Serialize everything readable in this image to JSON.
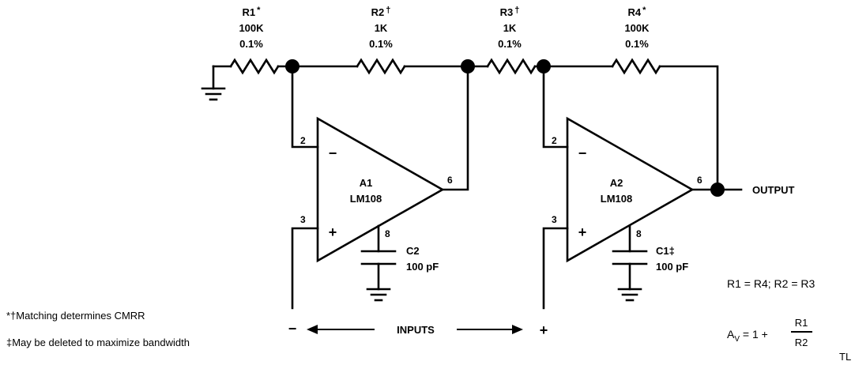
{
  "resistors": [
    {
      "name": "R1",
      "mark": "*",
      "value": "100K",
      "tolerance": "0.1%"
    },
    {
      "name": "R2",
      "mark": "†",
      "value": "1K",
      "tolerance": "0.1%"
    },
    {
      "name": "R3",
      "mark": "†",
      "value": "1K",
      "tolerance": "0.1%"
    },
    {
      "name": "R4",
      "mark": "*",
      "value": "100K",
      "tolerance": "0.1%"
    }
  ],
  "amplifiers": [
    {
      "name": "A1",
      "part": "LM108",
      "pin_inv": "2",
      "pin_noninv": "3",
      "pin_out": "6",
      "pin_comp": "8"
    },
    {
      "name": "A2",
      "part": "LM108",
      "pin_inv": "2",
      "pin_noninv": "3",
      "pin_out": "6",
      "pin_comp": "8"
    }
  ],
  "capacitors": [
    {
      "name": "C2",
      "mark": "",
      "value": "100 pF"
    },
    {
      "name": "C1",
      "mark": "‡",
      "value": "100 pF"
    }
  ],
  "signs": {
    "minus": "−",
    "plus": "+"
  },
  "output_label": "OUTPUT",
  "inputs_label": "INPUTS",
  "input_minus": "−",
  "input_plus": "+",
  "equation_match": "R1 = R4; R2 = R3",
  "gain": {
    "lhs": "A",
    "sub": "V",
    "mid": " = 1 + ",
    "num": "R1",
    "den": "R2"
  },
  "footnotes": {
    "matching": "*†Matching determines CMRR",
    "deletable": "‡May be deleted to maximize bandwidth"
  },
  "figure_tag": "TL"
}
